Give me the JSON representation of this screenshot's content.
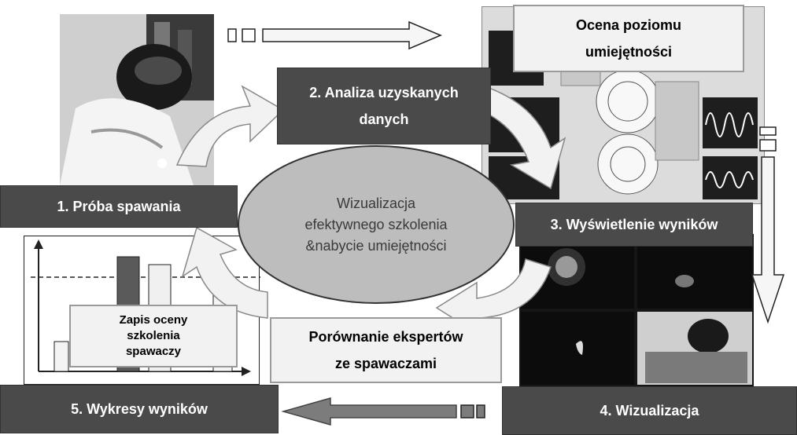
{
  "steps": {
    "step1": "1. Próba spawania",
    "step2_line1": "2. Analiza uzyskanych",
    "step2_line2": "danych",
    "step3": "3. Wyświetlenie wyników",
    "step4": "4. Wizualizacja",
    "step5": "5. Wykresy wyników"
  },
  "boxes": {
    "assessment_line1": "Ocena poziomu",
    "assessment_line2": "umiejętności",
    "comparison_line1": "Porównanie ekspertów",
    "comparison_line2": "ze spawaczami",
    "record_line1": "Zapis oceny",
    "record_line2": "szkolenia",
    "record_line3": "spawaczy"
  },
  "center": {
    "line1": "Wizualizacja",
    "line2": "efektywnego szkolenia",
    "line3": "&nabycie umiejętności"
  },
  "colors": {
    "dark_label": "#4a4a4a",
    "ellipse_fill": "#bdbdbd",
    "arrow_fill": "#f0f0f0"
  }
}
